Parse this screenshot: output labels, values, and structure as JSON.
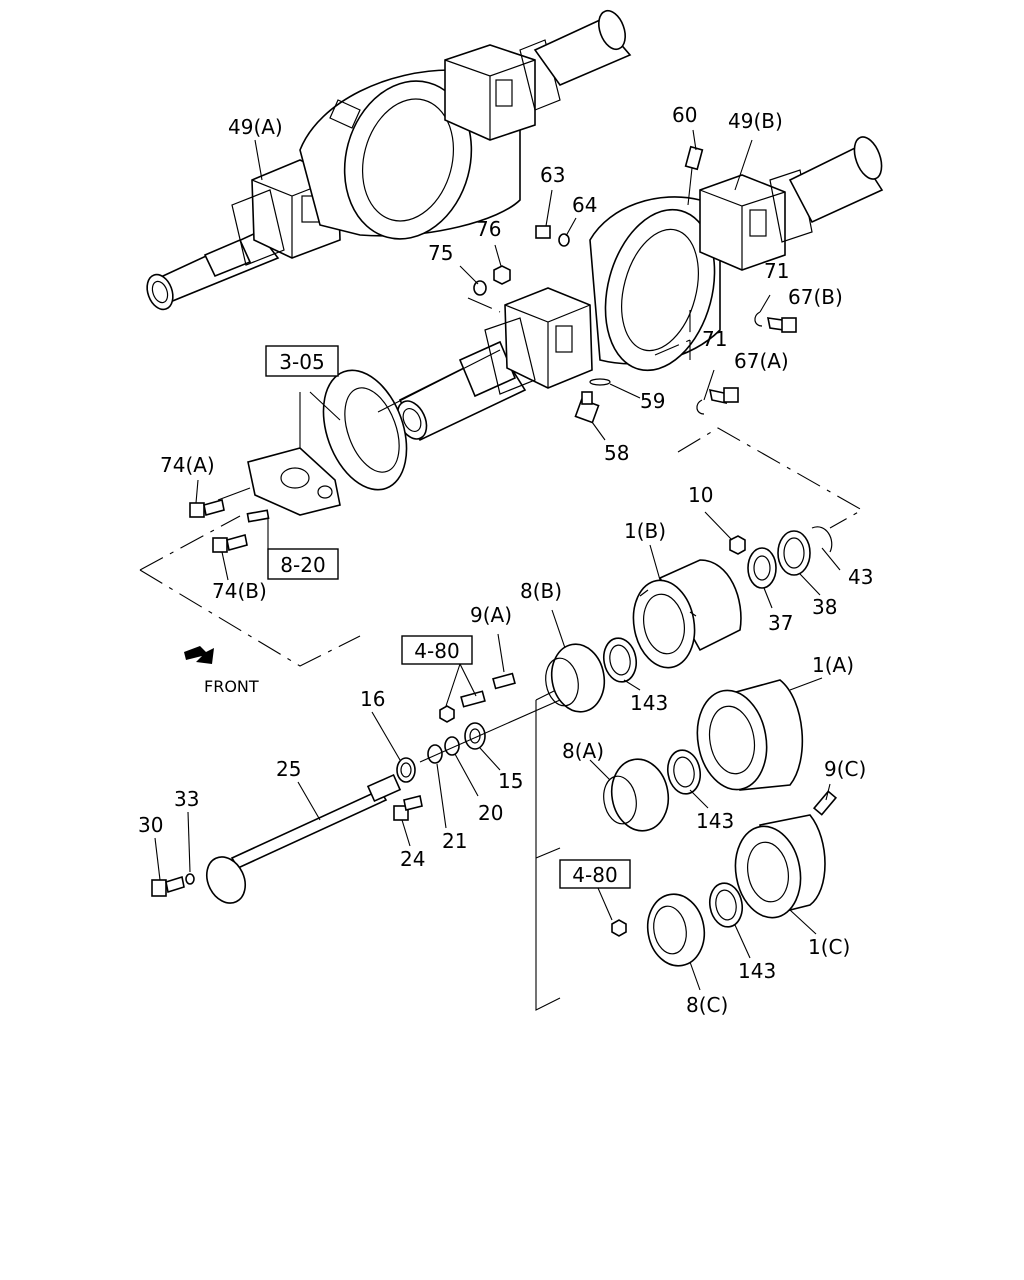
{
  "labels": {
    "l_49a": "49(A)",
    "l_49b": "49(B)",
    "l_60": "60",
    "l_63": "63",
    "l_64": "64",
    "l_76": "76",
    "l_75": "75",
    "l_71a": "71",
    "l_67b": "67(B)",
    "l_71b": "71",
    "l_67a": "67(A)",
    "l_59": "59",
    "l_58": "58",
    "l_74a": "74(A)",
    "l_74b": "74(B)",
    "l_10": "10",
    "l_1b": "1(B)",
    "l_43": "43",
    "l_37": "37",
    "l_38": "38",
    "l_8b": "8(B)",
    "l_9a": "9(A)",
    "l_143a": "143",
    "l_1a": "1(A)",
    "l_16": "16",
    "l_15": "15",
    "l_25": "25",
    "l_8a": "8(A)",
    "l_20": "20",
    "l_143b": "143",
    "l_9c": "9(C)",
    "l_33": "33",
    "l_30": "30",
    "l_21": "21",
    "l_24": "24",
    "l_143c": "143",
    "l_1c": "1(C)",
    "l_8c": "8(C)"
  },
  "ref_boxes": {
    "r_305": "3-05",
    "r_820": "8-20",
    "r_480a": "4-80",
    "r_480b": "4-80"
  },
  "front_label": "FRONT"
}
